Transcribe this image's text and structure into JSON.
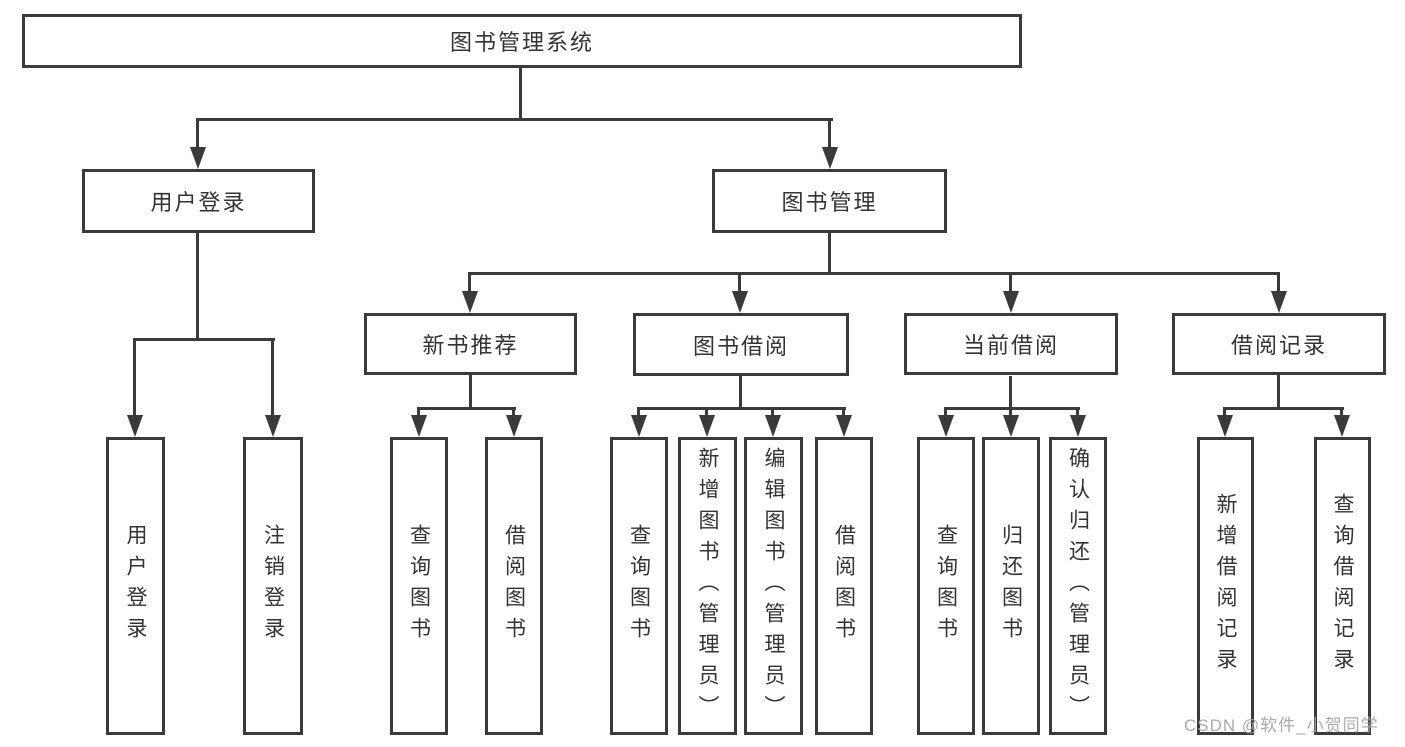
{
  "diagram": {
    "root": {
      "label": "图书管理系统"
    },
    "branches": [
      {
        "label": "用户登录",
        "children": [
          "用户登录",
          "注销登录"
        ]
      },
      {
        "label": "图书管理",
        "sections": [
          {
            "label": "新书推荐",
            "children": [
              "查询图书",
              "借阅图书"
            ]
          },
          {
            "label": "图书借阅",
            "children": [
              "查询图书",
              "新增图书（管理员）",
              "编辑图书（管理员）",
              "借阅图书"
            ]
          },
          {
            "label": "当前借阅",
            "children": [
              "查询图书",
              "归还图书",
              "确认归还（管理员）"
            ]
          },
          {
            "label": "借阅记录",
            "children": [
              "新增借阅记录",
              "查询借阅记录"
            ]
          }
        ]
      }
    ],
    "watermark": "CSDN @软件_小贺同学",
    "colors": {
      "line": "#3a3a3a",
      "text": "#333333",
      "background": "#ffffff",
      "watermark": "#a4a4a4"
    }
  }
}
